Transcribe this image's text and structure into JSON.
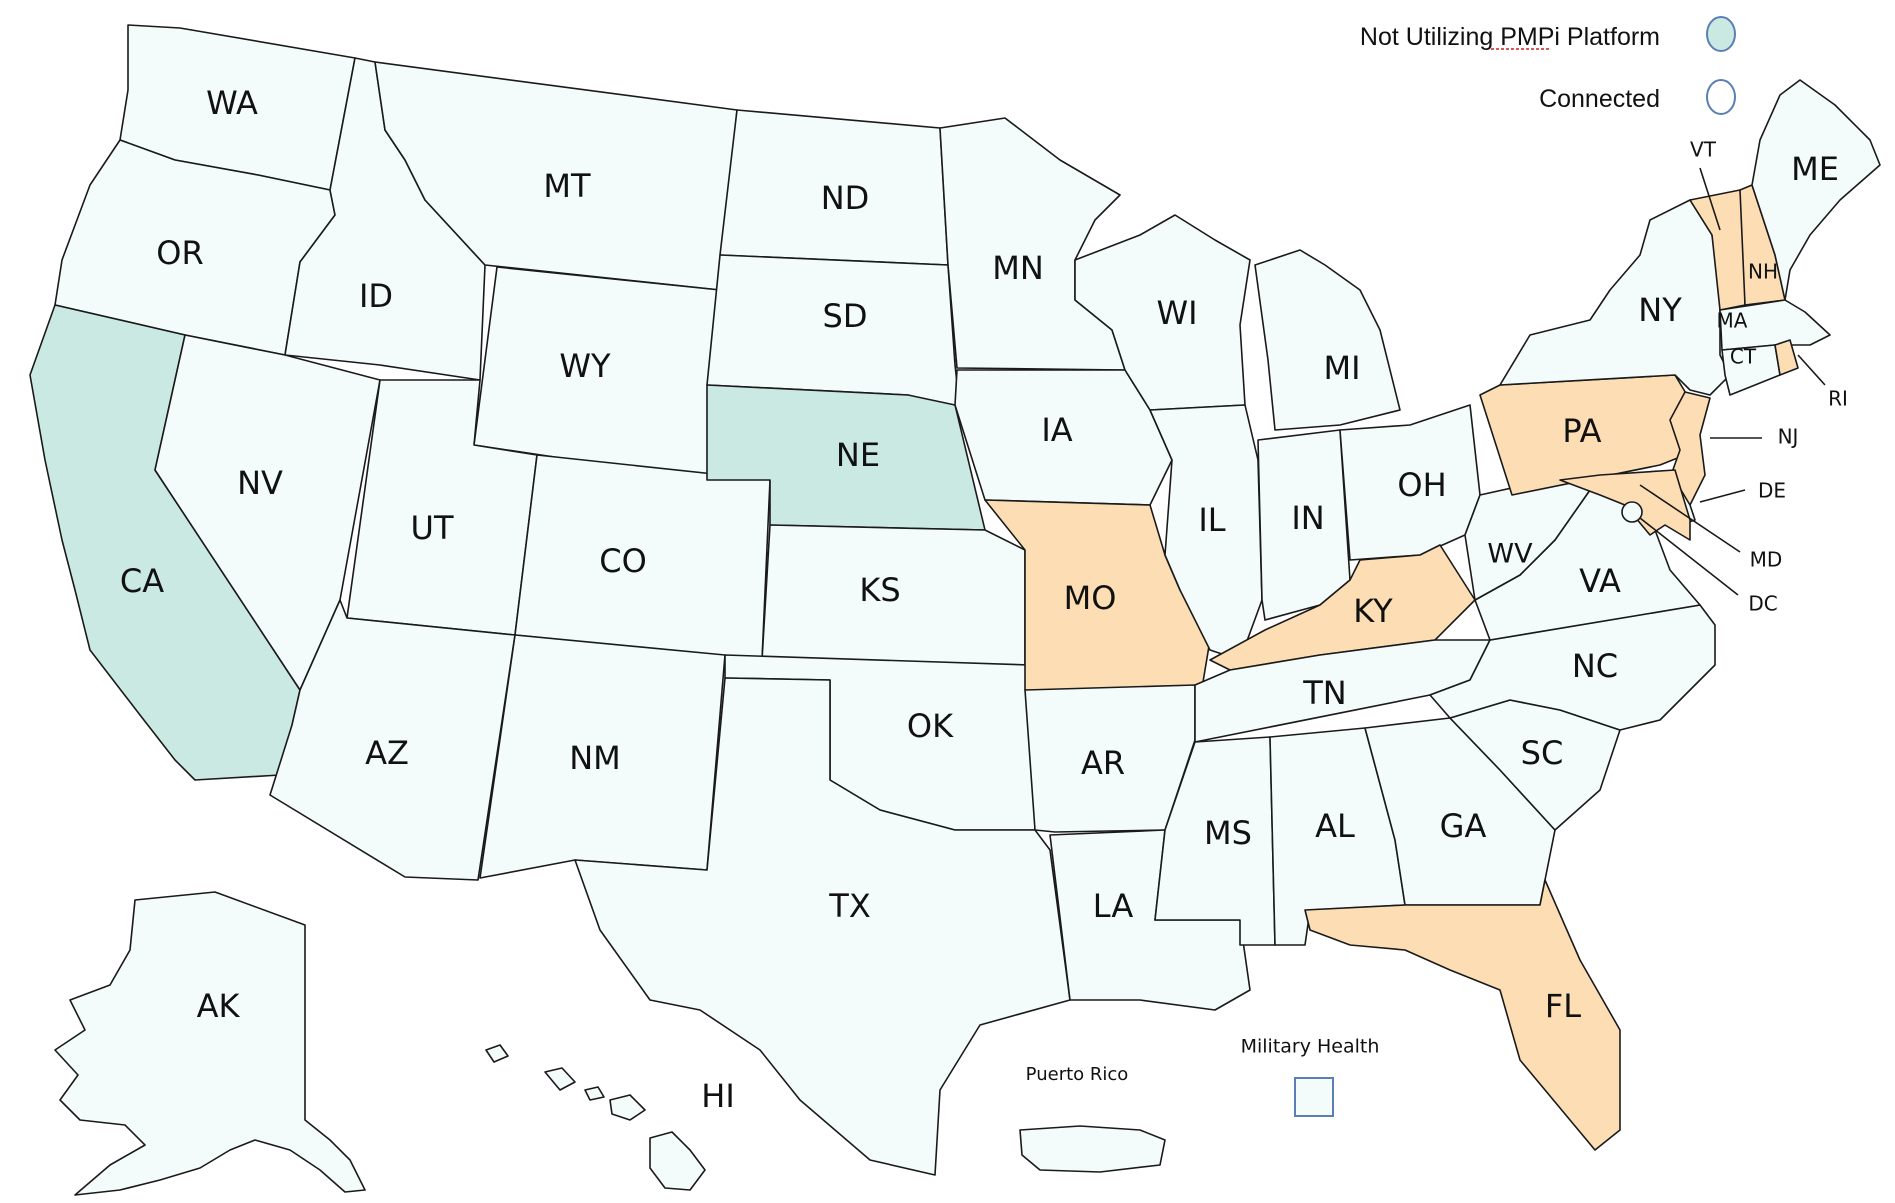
{
  "colors": {
    "default": "#f3fbfb",
    "not_utilizing": "#cbe9e3",
    "highlight": "#fddeb4",
    "stroke": "#1a1a1a",
    "legend_circle_border": "#5b7fb5"
  },
  "legend": {
    "not_utilizing": "Not Utilizing PMPi Platform",
    "connected": "Connected"
  },
  "states": {
    "WA": "WA",
    "OR": "OR",
    "CA": "CA",
    "ID": "ID",
    "NV": "NV",
    "MT": "MT",
    "WY": "WY",
    "UT": "UT",
    "AZ": "AZ",
    "CO": "CO",
    "NM": "NM",
    "ND": "ND",
    "SD": "SD",
    "NE": "NE",
    "KS": "KS",
    "OK": "OK",
    "TX": "TX",
    "MN": "MN",
    "IA": "IA",
    "MO": "MO",
    "AR": "AR",
    "LA": "LA",
    "WI": "WI",
    "IL": "IL",
    "MI": "MI",
    "IN": "IN",
    "OH": "OH",
    "KY": "KY",
    "TN": "TN",
    "MS": "MS",
    "AL": "AL",
    "GA": "GA",
    "FL": "FL",
    "SC": "SC",
    "NC": "NC",
    "VA": "VA",
    "WV": "WV",
    "PA": "PA",
    "NY": "NY",
    "VT": "VT",
    "NH": "NH",
    "ME": "ME",
    "MA": "MA",
    "CT": "CT",
    "RI": "RI",
    "NJ": "NJ",
    "DE": "DE",
    "MD": "MD",
    "DC": "DC",
    "AK": "AK",
    "HI": "HI"
  },
  "status": {
    "not_utilizing": [
      "CA",
      "NE"
    ],
    "highlighted": [
      "MO",
      "KY",
      "PA",
      "NJ",
      "MD",
      "VT",
      "NH",
      "RI",
      "FL"
    ]
  },
  "territories": {
    "puerto_rico": "Puerto Rico",
    "military_health": "Military Health"
  }
}
